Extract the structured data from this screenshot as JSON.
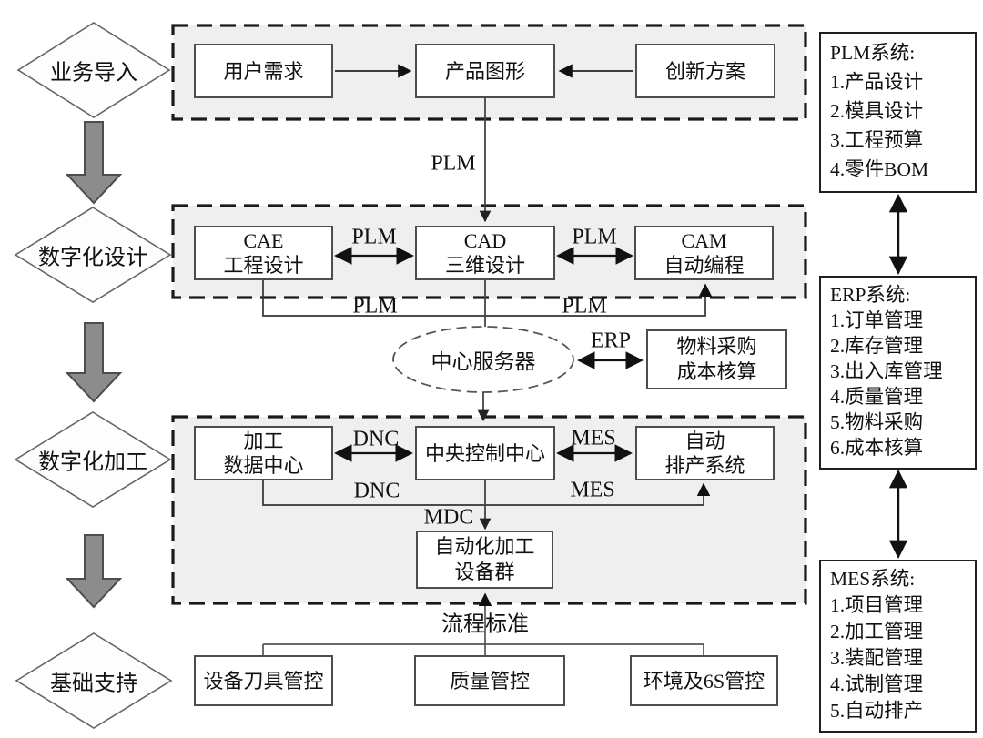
{
  "stages": [
    {
      "label": "业务导入"
    },
    {
      "label": "数字化设计"
    },
    {
      "label": "数字化加工"
    },
    {
      "label": "基础支持"
    }
  ],
  "links": {
    "plm": "PLM",
    "erp": "ERP",
    "dnc": "DNC",
    "mes": "MES",
    "mdc": "MDC",
    "process_standard": "流程标准"
  },
  "row1": {
    "user_needs": "用户需求",
    "product_graphics": "产品图形",
    "innovation": "创新方案"
  },
  "row2": {
    "cae": [
      "CAE",
      "工程设计"
    ],
    "cad": [
      "CAD",
      "三维设计"
    ],
    "cam": [
      "CAM",
      "自动编程"
    ]
  },
  "server": {
    "label": "中心服务器"
  },
  "procurement": [
    "物料采购",
    "成本核算"
  ],
  "row3": {
    "machining_data": [
      "加工",
      "数据中心"
    ],
    "control_center": "中央控制中心",
    "scheduling": [
      "自动",
      "排产系统"
    ]
  },
  "equipment": [
    "自动化加工",
    "设备群"
  ],
  "support": {
    "tools": "设备刀具管控",
    "quality": "质量管控",
    "environment": "环境及6S管控"
  },
  "panels": [
    {
      "title": "PLM系统:",
      "items": [
        "1.产品设计",
        "2.模具设计",
        "3.工程预算",
        "4.零件BOM"
      ]
    },
    {
      "title": "ERP系统:",
      "items": [
        "1.订单管理",
        "2.库存管理",
        "3.出入库管理",
        "4.质量管理",
        "5.物料采购",
        "6.成本核算"
      ]
    },
    {
      "title": "MES系统:",
      "items": [
        "1.项目管理",
        "2.加工管理",
        "3.装配管理",
        "4.试制管理",
        "5.自动排产"
      ]
    }
  ],
  "colors": {
    "section_fill": "#efefef",
    "section_border": "#1a1a1a",
    "node_border": "#4d4d4d",
    "flow_arrow": "#8c8c8c",
    "line": "#333333"
  }
}
